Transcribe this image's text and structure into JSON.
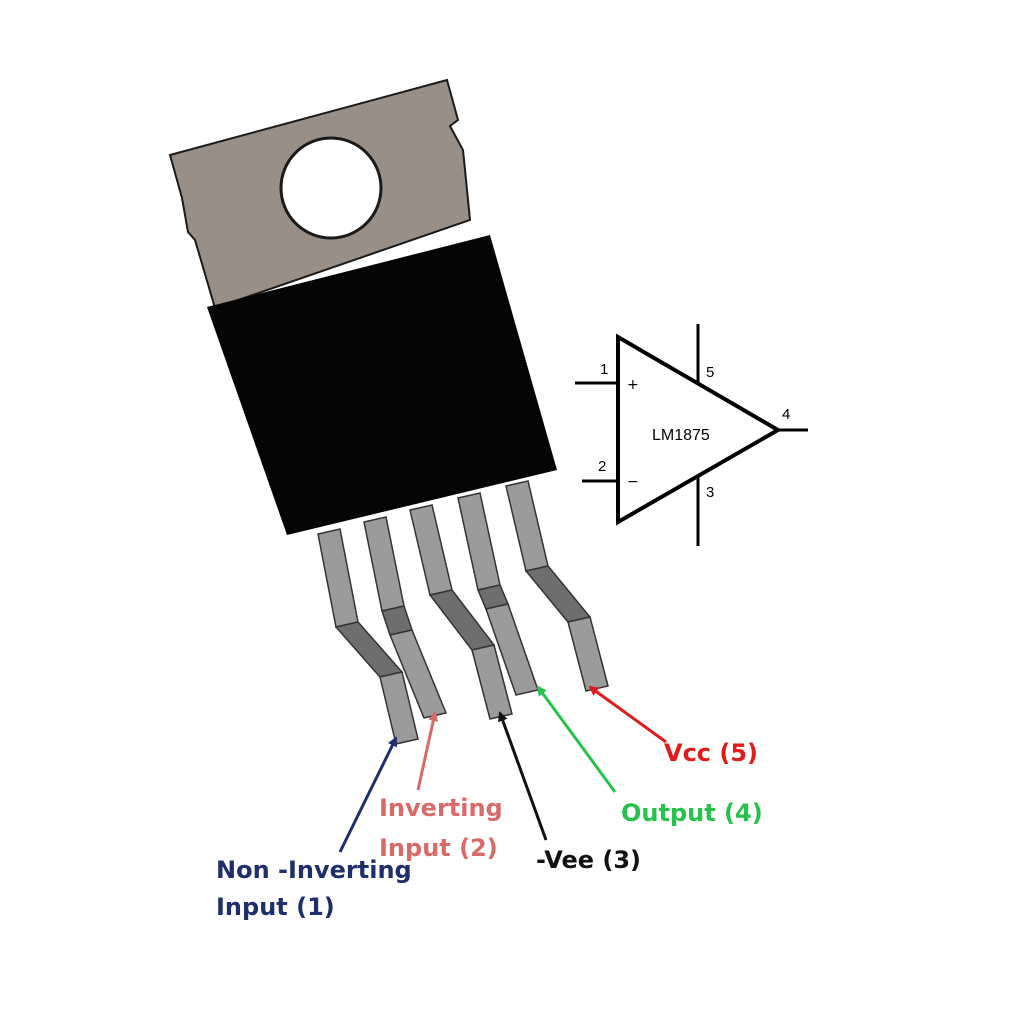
{
  "symbol": {
    "part_name": "LM1875",
    "pin_numbers": {
      "noninv": "1",
      "inv": "2",
      "vee": "3",
      "out": "4",
      "vcc": "5"
    },
    "plus_sign": "+",
    "minus_sign": "−"
  },
  "pin_labels": [
    {
      "id": "noninv",
      "line1": "Non -Inverting",
      "line2": "Input (1)",
      "color": "#1f2f6b"
    },
    {
      "id": "inv",
      "line1": "Inverting",
      "line2": "Input (2)",
      "color": "#d96a6a"
    },
    {
      "id": "vee",
      "line1": "-Vee (3)",
      "color": "#111111"
    },
    {
      "id": "out",
      "line1": "Output (4)",
      "color": "#27c24c"
    },
    {
      "id": "vcc",
      "line1": "Vcc (5)",
      "color": "#e01b1b"
    }
  ],
  "colors": {
    "tab_fill": "#998f86",
    "body_fill": "#050505",
    "lead_fill": "#9b9b9b",
    "lead_shade": "#6e6e6e",
    "outline": "#1a1a1a"
  }
}
